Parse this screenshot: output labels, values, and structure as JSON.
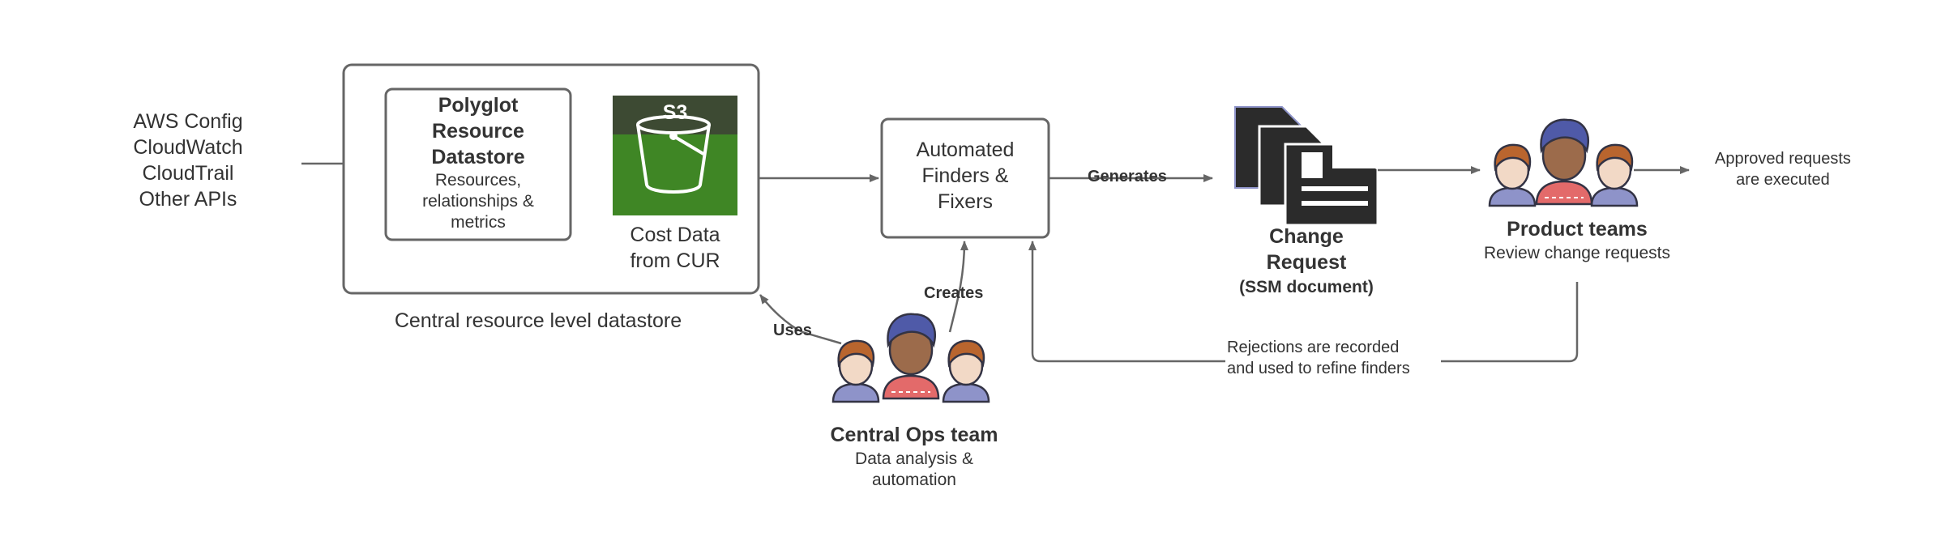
{
  "sources": [
    "AWS Config",
    "CloudWatch",
    "CloudTrail",
    "Other APIs"
  ],
  "central_datastore": {
    "caption": "Central resource level datastore",
    "polyglot": {
      "title_lines": [
        "Polyglot",
        "Resource",
        "Datastore"
      ],
      "desc_lines": [
        "Resources,",
        "relationships &",
        "metrics"
      ]
    },
    "s3": {
      "icon_label": "S3",
      "caption_lines": [
        "Cost Data",
        "from CUR"
      ],
      "colors": {
        "top": "#3d4a33",
        "bottom": "#3f8625"
      }
    }
  },
  "finders": {
    "label_lines": [
      "Automated",
      "Finders &",
      "Fixers"
    ]
  },
  "change_request": {
    "title_lines": [
      "Change",
      "Request"
    ],
    "subtitle": "(SSM document)"
  },
  "product_teams": {
    "title": "Product teams",
    "subtitle": "Review change requests"
  },
  "approved": {
    "lines": [
      "Approved requests",
      "are executed"
    ]
  },
  "central_ops": {
    "title": "Central Ops team",
    "desc_lines": [
      "Data analysis &",
      "automation"
    ]
  },
  "edge_labels": {
    "generates": "Generates",
    "creates": "Creates",
    "uses": "Uses",
    "rejections": [
      "Rejections are recorded",
      "and used to refine finders"
    ]
  },
  "colors": {
    "stroke": "#666666",
    "hair_blue": "#4f5aa8",
    "hair_brown": "#b9652e",
    "skin_dark": "#9c6b4b",
    "skin_light": "#f2d9c6",
    "shirt_red": "#e36a6a",
    "shirt_blue": "#8e93c9",
    "outline": "#333344",
    "doc_fill": "#2b2b2b"
  },
  "icons": {
    "sources": "none",
    "s3": "s3-bucket-icon",
    "change_request": "document-stack-icon",
    "product_teams": "people-group-icon",
    "central_ops": "people-group-icon"
  }
}
